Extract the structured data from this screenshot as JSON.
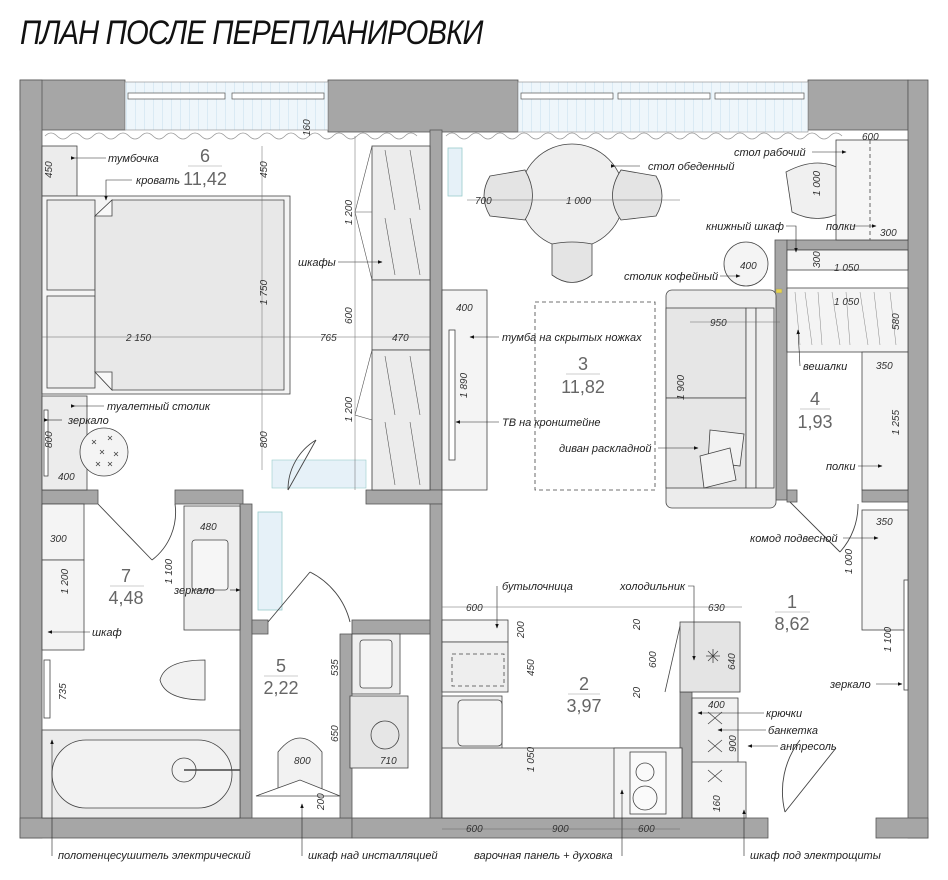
{
  "title": "ПЛАН ПОСЛЕ ПЕРЕПЛАНИРОВКИ",
  "colors": {
    "wall": "#a6a6a6",
    "furniture": "#ececec",
    "window_glass": "#e6f1f8",
    "line": "#333333",
    "outlet": "#e8d24a"
  },
  "rooms": [
    {
      "number": "1",
      "area": "8,62"
    },
    {
      "number": "2",
      "area": "3,97"
    },
    {
      "number": "3",
      "area": "11,82"
    },
    {
      "number": "4",
      "area": "1,93"
    },
    {
      "number": "5",
      "area": "2,22"
    },
    {
      "number": "6",
      "area": "11,42"
    },
    {
      "number": "7",
      "area": "4,48"
    }
  ],
  "labels": {
    "nightstand": "тумбочка",
    "bed": "кровать",
    "wardrobes": "шкафы",
    "dressing_table": "туалетный столик",
    "mirror_bedroom": "зеркало",
    "dining_table": "стол обеденный",
    "work_desk": "стол рабочий",
    "bookcase": "книжный шкаф",
    "shelves_top": "полки",
    "coffee_table": "столик кофейный",
    "tv_stand": "тумба на скрытых ножках",
    "tv_bracket": "ТВ на кронштейне",
    "sofa_bed": "диван раскладной",
    "hangers": "вешалки",
    "shelves_closet": "полки",
    "hanging_dresser": "комод подвесной",
    "mirror_bath": "зеркало",
    "wardrobe_bath": "шкаф",
    "bottle_rack": "бутылочница",
    "fridge": "холодильник",
    "mirror_hall": "зеркало",
    "hooks": "крючки",
    "bench": "банкетка",
    "mezzanine": "антресоль",
    "towel_dryer": "полотенцесушитель электрический",
    "cabinet_installation": "шкаф над инсталляцией",
    "hob_oven": "варочная панель + духовка",
    "electrical_cabinet": "шкаф под электрощиты"
  },
  "dimensions": {
    "d160": "160",
    "d450a": "450",
    "d450b": "450",
    "d1750": "1 750",
    "d1200a": "1 200",
    "d600a": "600",
    "d2150": "2 150",
    "d765": "765",
    "d470": "470",
    "d1200b": "1 200",
    "d800a": "800",
    "d800b": "800",
    "d400a": "400",
    "d700": "700",
    "d1000a": "1 000",
    "d600b": "600",
    "d1000b": "1 000",
    "d300a": "300",
    "d400b": "400",
    "d300b": "300",
    "d1050a": "1 050",
    "d1050b": "1 050",
    "d400c": "400",
    "d950": "950",
    "d1890": "1 890",
    "d1900": "1 900",
    "d580": "580",
    "d350a": "350",
    "d1255": "1 255",
    "d350b": "350",
    "d1000c": "1 000",
    "d300c": "300",
    "d1200c": "1 200",
    "d480": "480",
    "d1100a": "1 100",
    "d735": "735",
    "d535": "535",
    "d650": "650",
    "d800c": "800",
    "d710": "710",
    "d200a": "200",
    "d600c": "600",
    "d200b": "200",
    "d450c": "450",
    "d1050c": "1 050",
    "d630": "630",
    "d20a": "20",
    "d600d": "600",
    "d640": "640",
    "d20b": "20",
    "d1100b": "1 100",
    "d400d": "400",
    "d900a": "900",
    "d160b": "160",
    "d600e": "600",
    "d900b": "900",
    "d600f": "600"
  }
}
